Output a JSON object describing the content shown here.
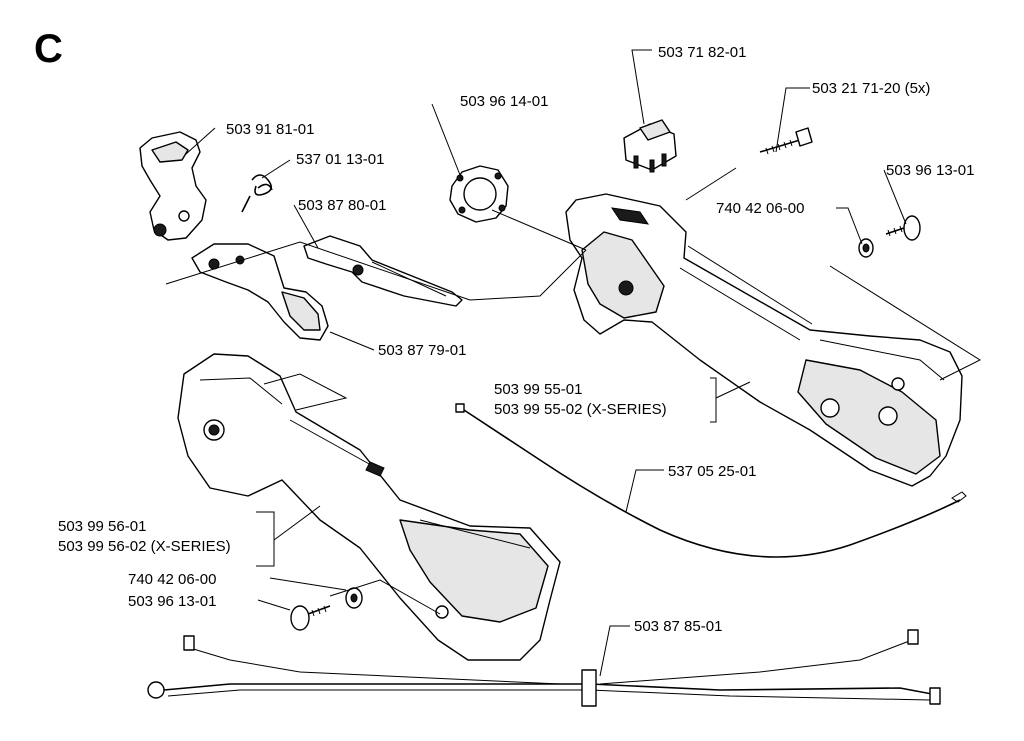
{
  "section_letter": "C",
  "labels": {
    "p1": "503 71 82-01",
    "p2": "503 21 71-20 (5x)",
    "p3": "503 96 14-01",
    "p4": "503 91 81-01",
    "p5": "537 01 13-01",
    "p6": "503 87 80-01",
    "p7": "740 42 06-00",
    "p8": "503 96 13-01",
    "p9": "503 87 79-01",
    "p10a": "503 99 55-01",
    "p10b": "503 99 55-02 (X-SERIES)",
    "p11": "537 05 25-01",
    "p12a": "503 99 56-01",
    "p12b": "503 99 56-02 (X-SERIES)",
    "p13": "740 42 06-00",
    "p14": "503 96 13-01",
    "p15": "503 87 85-01"
  }
}
